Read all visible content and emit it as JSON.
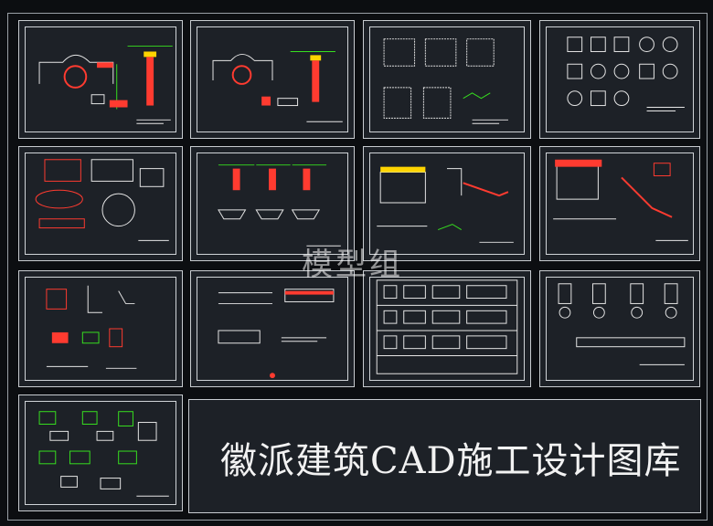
{
  "watermark": "模型组",
  "title": "徽派建筑CAD施工设计图库",
  "colors": {
    "background": "#0c0e11",
    "sheet": "#1d2127",
    "line_white": "#e6e6e6",
    "line_red": "#ff3b30",
    "line_green": "#37e01f",
    "line_yellow": "#ffd400",
    "line_cyan": "#39d0ff"
  },
  "sheets": [
    {
      "id": "sheet-1-1",
      "content": "arched-gate-elevation-and-section"
    },
    {
      "id": "sheet-1-2",
      "content": "gate-detail-sections"
    },
    {
      "id": "sheet-1-3",
      "content": "lattice-window-patterns"
    },
    {
      "id": "sheet-1-4",
      "content": "ornamental-window-grid"
    },
    {
      "id": "sheet-2-1",
      "content": "window-frame-details"
    },
    {
      "id": "sheet-2-2",
      "content": "column-cap-details"
    },
    {
      "id": "sheet-2-3",
      "content": "pavilion-elevation-and-section"
    },
    {
      "id": "sheet-2-4",
      "content": "roof-elevation-and-section"
    },
    {
      "id": "sheet-3-1",
      "content": "misc-node-details"
    },
    {
      "id": "sheet-3-2",
      "content": "wall-top-sections"
    },
    {
      "id": "sheet-3-3",
      "content": "window-schedule-grid"
    },
    {
      "id": "sheet-3-4",
      "content": "column-and-drum-details"
    },
    {
      "id": "sheet-4-1",
      "content": "assorted-details"
    }
  ]
}
